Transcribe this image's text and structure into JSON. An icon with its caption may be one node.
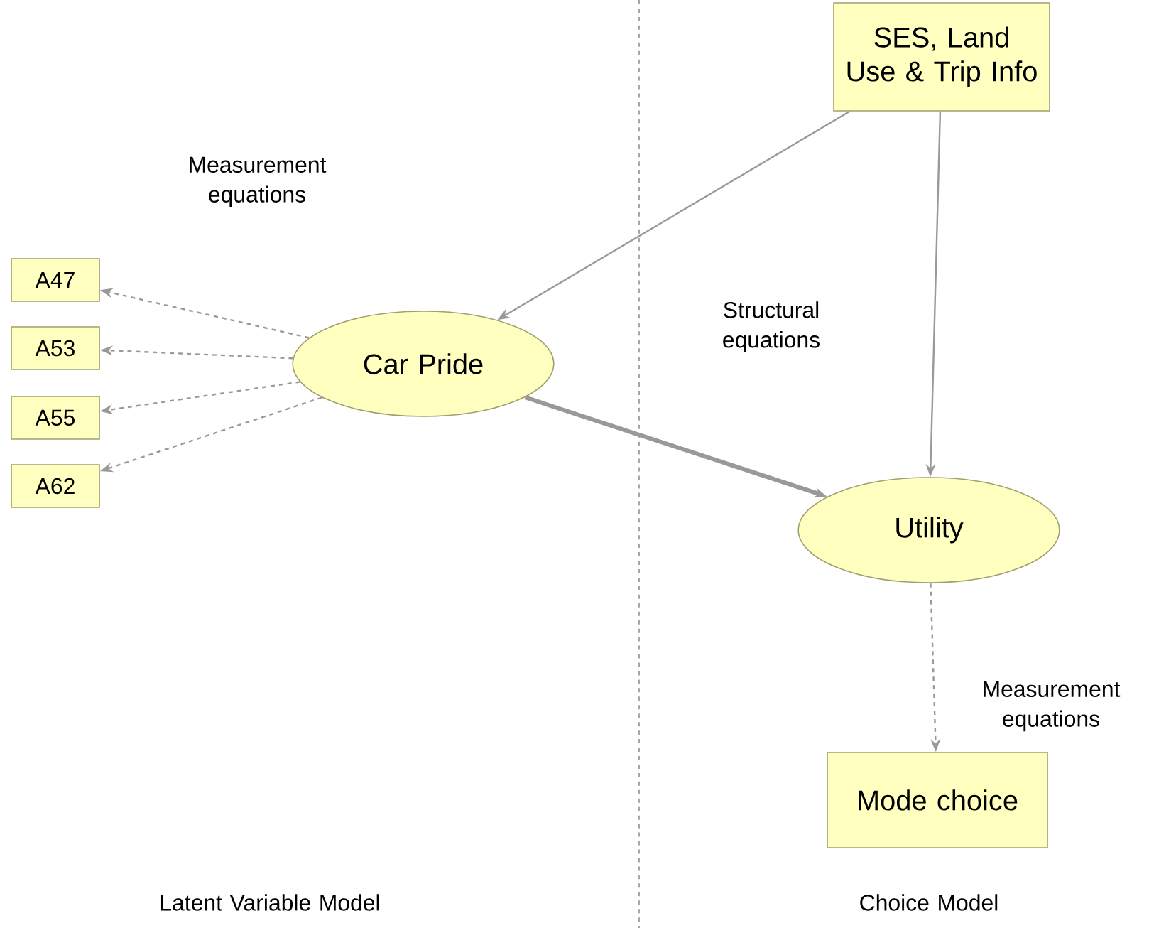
{
  "diagram": {
    "nodes": [
      {
        "text": [
          "SES, Land Use & Trip Info"
        ]
      },
      {
        "text": [
          "Car Pride"
        ]
      },
      {
        "text": [
          "Utility"
        ]
      },
      {
        "text": [
          "Mode choice"
        ]
      },
      {
        "text": [
          "A47"
        ]
      },
      {
        "text": [
          "A53"
        ]
      },
      {
        "text": [
          "A55"
        ]
      },
      {
        "text": [
          "A62"
        ]
      }
    ],
    "edges": [
      {
        "from": 0,
        "to": 1,
        "arrow": "to"
      },
      {
        "from": 0,
        "to": 2,
        "arrow": "to"
      },
      {
        "from": 1,
        "to": 2,
        "arrow": "to",
        "style": "thick"
      },
      {
        "from": 2,
        "to": 3,
        "arrow": "to",
        "style": "dashed"
      },
      {
        "from": 1,
        "to": 4,
        "arrow": "to",
        "style": "dashed"
      },
      {
        "from": 1,
        "to": 5,
        "arrow": "to",
        "style": "dashed"
      },
      {
        "from": 1,
        "to": 6,
        "arrow": "to",
        "style": "dashed"
      },
      {
        "from": 1,
        "to": 7,
        "arrow": "to",
        "style": "dashed"
      }
    ],
    "labels": [
      "Measurement equations",
      "Structural equations",
      "Measurement equations",
      "Latent Variable Model",
      "Choice Model"
    ]
  }
}
